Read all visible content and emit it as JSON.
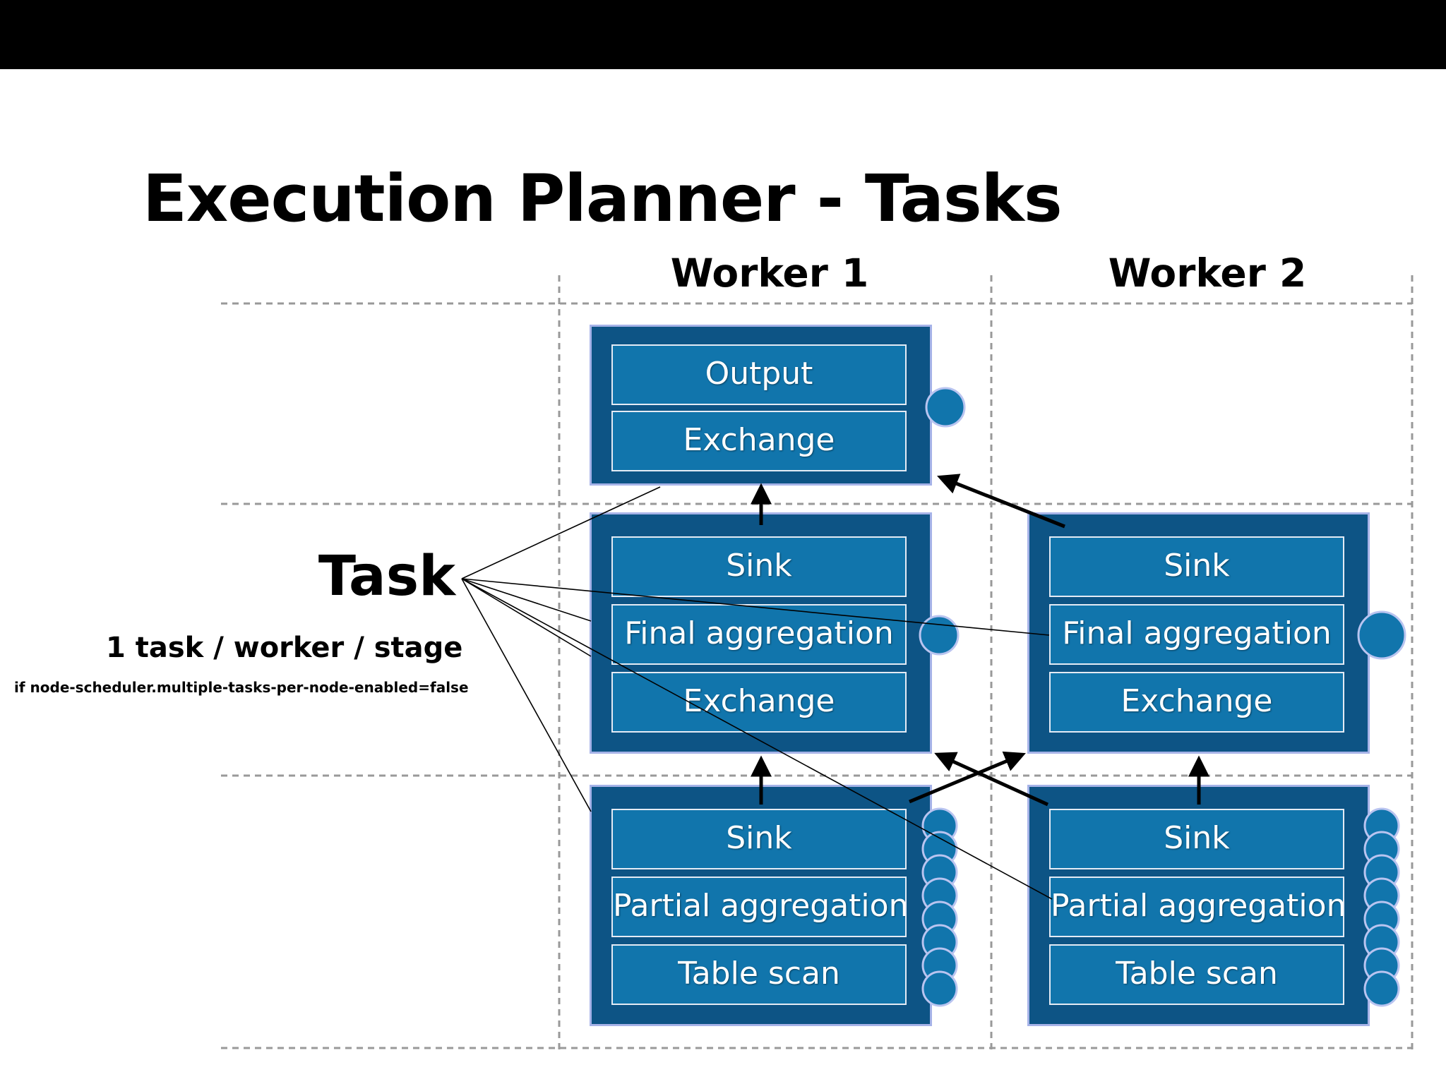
{
  "title": "Execution Planner - Tasks",
  "workers": [
    "Worker 1",
    "Worker 2"
  ],
  "task_label": "Task",
  "task_subtitle": "1 task / worker / stage",
  "task_note": "if node-scheduler.multiple-tasks-per-node-enabled=false",
  "stages": {
    "output": {
      "worker1": [
        "Output",
        "Exchange"
      ]
    },
    "final": {
      "worker1": [
        "Sink",
        "Final aggregation",
        "Exchange"
      ],
      "worker2": [
        "Sink",
        "Final aggregation",
        "Exchange"
      ]
    },
    "partial": {
      "worker1": [
        "Sink",
        "Partial aggregation",
        "Table scan"
      ],
      "worker2": [
        "Sink",
        "Partial aggregation",
        "Table scan"
      ]
    }
  },
  "colors": {
    "task_box": "#0d5485",
    "operator": "#1175ac",
    "border": "#a6b3e8",
    "top_bar": "#000000"
  }
}
